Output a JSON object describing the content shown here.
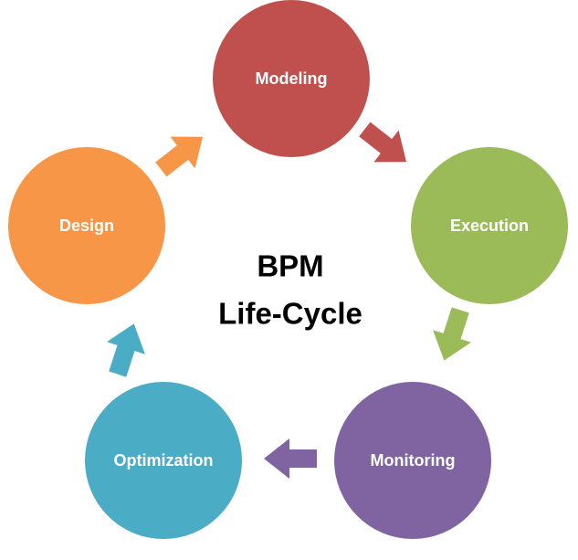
{
  "title": {
    "line1": "BPM",
    "line2": "Life-Cycle"
  },
  "nodes": [
    {
      "label": "Modeling",
      "color": "#c0504d"
    },
    {
      "label": "Execution",
      "color": "#9bbb59"
    },
    {
      "label": "Monitoring",
      "color": "#8064a2"
    },
    {
      "label": "Optimization",
      "color": "#4bacc6"
    },
    {
      "label": "Design",
      "color": "#f79646"
    }
  ],
  "arrows": [
    {
      "from": "Modeling",
      "to": "Execution",
      "color": "#c0504d"
    },
    {
      "from": "Execution",
      "to": "Monitoring",
      "color": "#9bbb59"
    },
    {
      "from": "Monitoring",
      "to": "Optimization",
      "color": "#8064a2"
    },
    {
      "from": "Optimization",
      "to": "Design",
      "color": "#4bacc6"
    },
    {
      "from": "Design",
      "to": "Modeling",
      "color": "#f79646"
    }
  ]
}
